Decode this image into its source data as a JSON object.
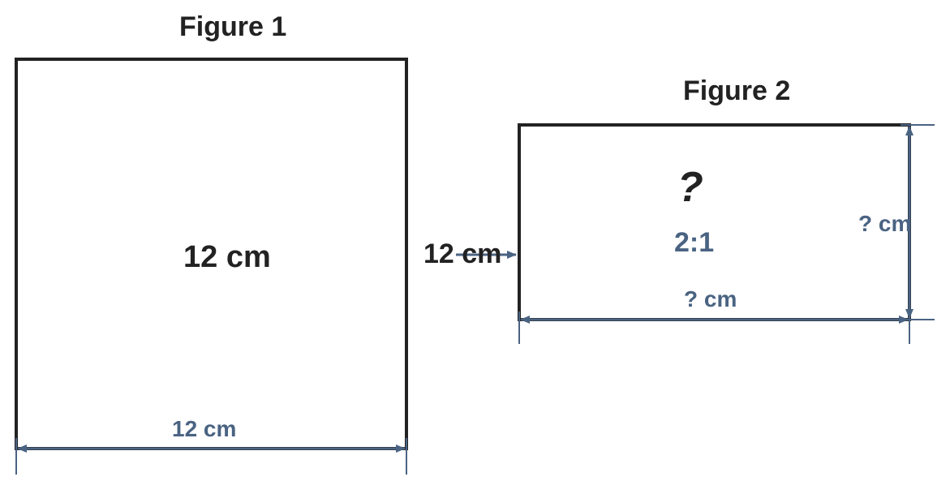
{
  "figure1": {
    "title": "Figure 1",
    "center_label": "12 cm",
    "bottom_label": "12 cm"
  },
  "figure2": {
    "title": "Figure 2",
    "question_mark": "?",
    "ratio": "2:1",
    "left_label": "12 cm",
    "right_label": "? cm",
    "bottom_label": "? cm"
  },
  "colors": {
    "outline": "#222222",
    "dimension": "#4a6382"
  }
}
